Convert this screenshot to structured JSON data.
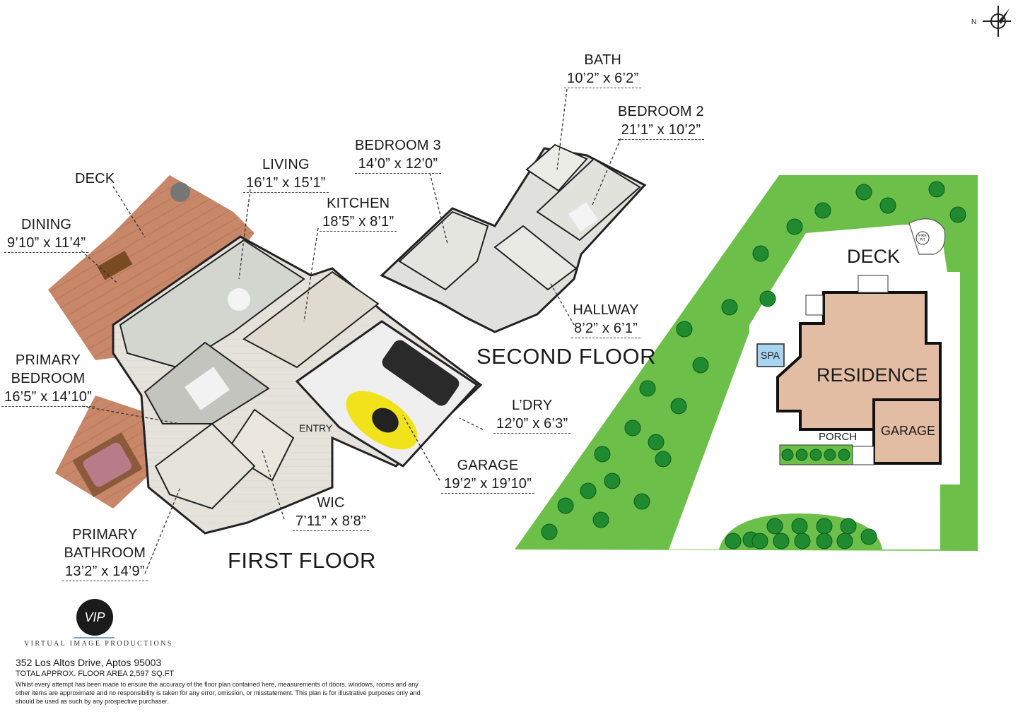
{
  "labels": {
    "deck": {
      "name": "DECK"
    },
    "dining": {
      "name": "DINING",
      "dims": "9’10” x 11’4”"
    },
    "living": {
      "name": "LIVING",
      "dims": "16’1” x 15’1”"
    },
    "kitchen": {
      "name": "KITCHEN",
      "dims": "18’5” x 8’1”"
    },
    "bedroom3": {
      "name": "BEDROOM 3",
      "dims": "14’0” x 12’0”"
    },
    "bath": {
      "name": "BATH",
      "dims": "10’2” x 6’2”"
    },
    "bedroom2": {
      "name": "BEDROOM 2",
      "dims": "21’1” x 10’2”"
    },
    "hallway": {
      "name": "HALLWAY",
      "dims": "8’2” x 6’1”"
    },
    "primary_bedroom": {
      "name1": "PRIMARY",
      "name2": "BEDROOM",
      "dims": "16’5” x 14’10”"
    },
    "laundry": {
      "name": "L’DRY",
      "dims": "12’0” x 6’3”"
    },
    "garage": {
      "name": "GARAGE",
      "dims": "19’2” x 19’10”"
    },
    "wic": {
      "name": "WIC",
      "dims": "7’11” x 8’8”"
    },
    "primary_bathroom": {
      "name1": "PRIMARY",
      "name2": "BATHROOM",
      "dims": "13’2” x 14’9”"
    },
    "entry": "ENTRY"
  },
  "floors": {
    "first": "FIRST FLOOR",
    "second": "SECOND FLOOR"
  },
  "site": {
    "deck": "DECK",
    "spa": "SPA",
    "residence": "RESIDENCE",
    "garage": "GARAGE",
    "porch": "PORCH",
    "firepit": "FIRE PIT"
  },
  "compass": {
    "north": "N"
  },
  "footer": {
    "logo": "VIP",
    "brand": "VIRTUAL IMAGE PRODUCTIONS",
    "address": "352 Los Altos Drive, Aptos 95003",
    "area": "TOTAL APPROX. FLOOR AREA 2,597 SQ.FT",
    "disclaimer": "Whilst every attempt has been made to ensure the accuracy of the floor plan contained here, measurements of doors, windows, rooms and any other items are approximate and no responsibility is taken for any error, omission, or misstatement. This plan is for illustrative purposes only and should be used as such by any prospective purchaser."
  },
  "colors": {
    "lawn": "#6cc04a",
    "residence": "#e3bda3",
    "deck_wood": "#c9876a",
    "car": "#f2e21c",
    "spa": "#a9d4ef",
    "tree": "#1f8a2f"
  }
}
